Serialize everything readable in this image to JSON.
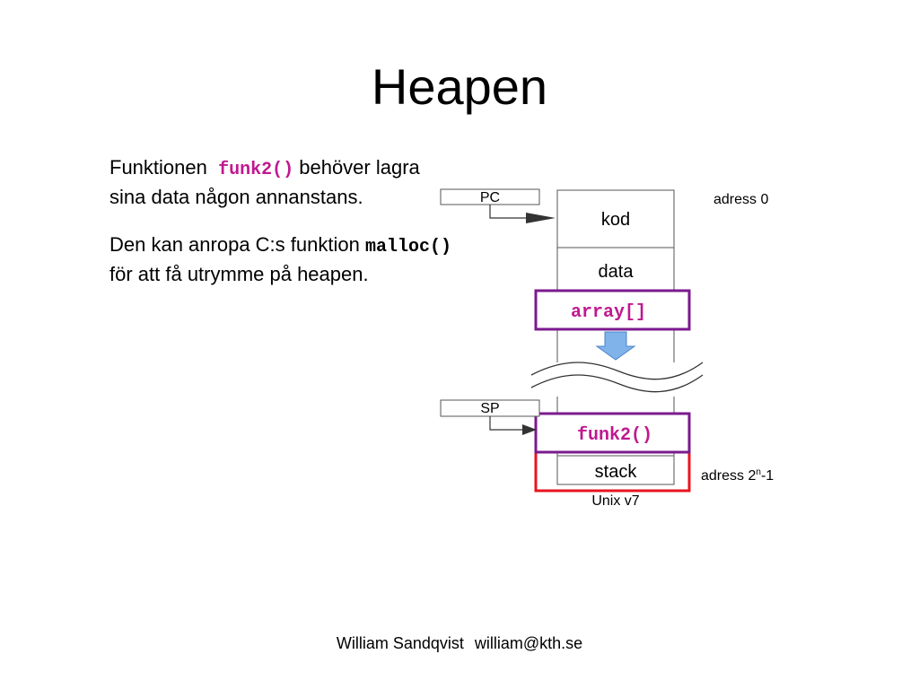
{
  "slide": {
    "title": "Heapen",
    "paragraph1": {
      "before": "Funktionen",
      "code": "funk2()",
      "after": "behöver lagra",
      "line2": "sina data någon annanstans."
    },
    "paragraph2": {
      "before": "Den kan anropa C:s funktion",
      "code": "malloc()",
      "line2": "för att få utrymme på heapen."
    },
    "footer": {
      "author": "William Sandqvist",
      "email": "william@kth.se"
    }
  },
  "diagram": {
    "pc_label": "PC",
    "sp_label": "SP",
    "segments": {
      "kod": "kod",
      "data": "data",
      "stack": "stack"
    },
    "array_label": "array[]",
    "funk2_label": "funk2()",
    "address_top": "adress 0",
    "address_bottom_prefix": "adress 2",
    "address_bottom_exp": "n",
    "address_bottom_suffix": "-1",
    "caption": "Unix v7",
    "colors": {
      "highlight_purple": "#7b1a8e",
      "code_magenta": "#c0188f",
      "stack_red": "#e8141c",
      "arrow_fill": "#7fb3ea",
      "arrow_stroke": "#4a86c8"
    }
  }
}
